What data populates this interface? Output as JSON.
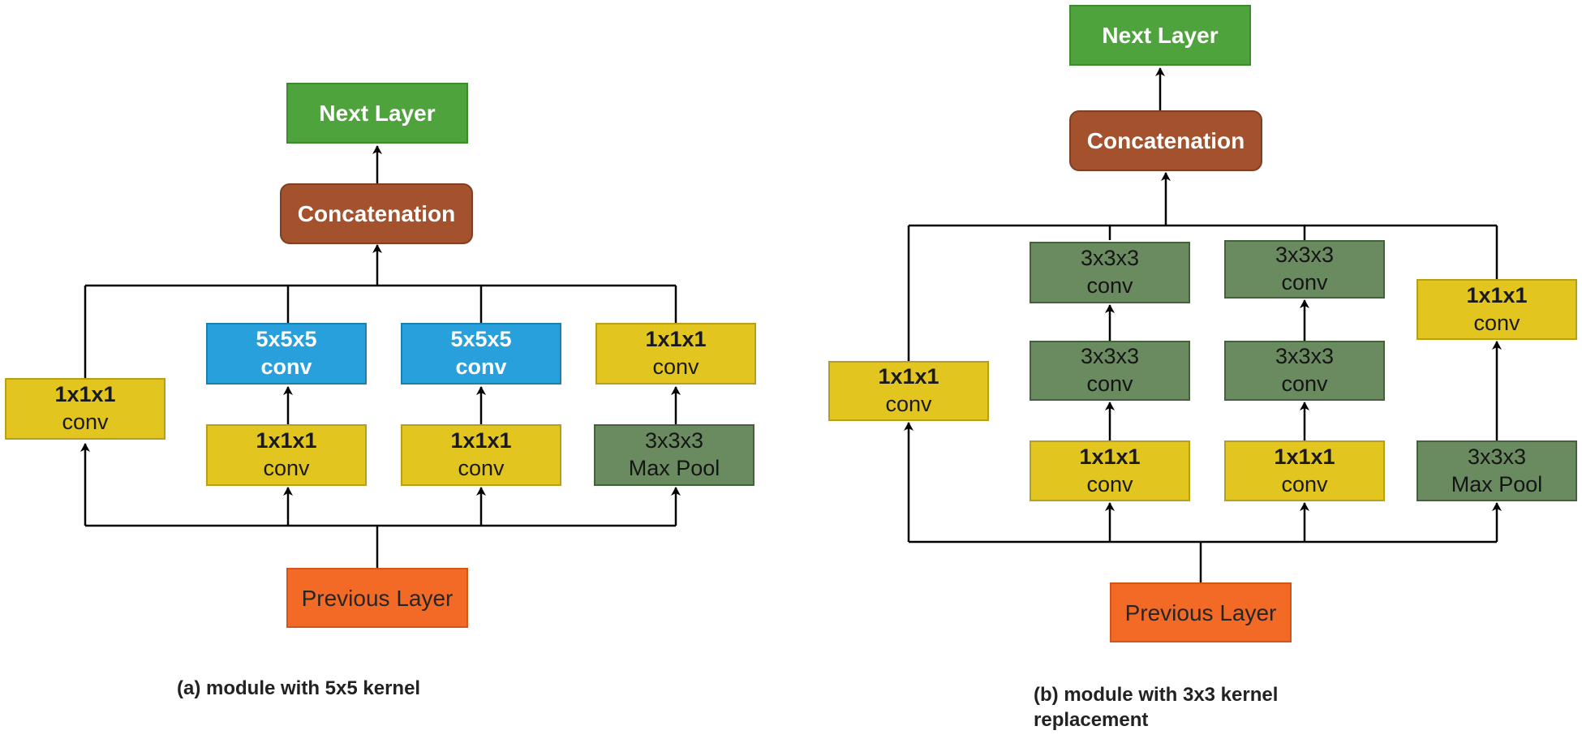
{
  "panel_a": {
    "next_layer": "Next Layer",
    "concatenation": "Concatenation",
    "branch1": {
      "line1": "1x1x1",
      "line2": "conv"
    },
    "branch2_top": {
      "line1": "5x5x5",
      "line2": "conv"
    },
    "branch2_bottom": {
      "line1": "1x1x1",
      "line2": "conv"
    },
    "branch3_top": {
      "line1": "5x5x5",
      "line2": "conv"
    },
    "branch3_bottom": {
      "line1": "1x1x1",
      "line2": "conv"
    },
    "branch4_top": {
      "line1": "1x1x1",
      "line2": "conv"
    },
    "branch4_bottom": {
      "line1": "3x3x3",
      "line2": "Max Pool"
    },
    "previous_layer": "Previous Layer",
    "caption": "(a) module with 5x5 kernel"
  },
  "panel_b": {
    "next_layer": "Next Layer",
    "concatenation": "Concatenation",
    "branch1": {
      "line1": "1x1x1",
      "line2": "conv"
    },
    "branch2_top": {
      "line1": "3x3x3",
      "line2": "conv"
    },
    "branch2_mid": {
      "line1": "3x3x3",
      "line2": "conv"
    },
    "branch2_bottom": {
      "line1": "1x1x1",
      "line2": "conv"
    },
    "branch3_top": {
      "line1": "3x3x3",
      "line2": "conv"
    },
    "branch3_mid": {
      "line1": "3x3x3",
      "line2": "conv"
    },
    "branch3_bottom": {
      "line1": "1x1x1",
      "line2": "conv"
    },
    "branch4_top": {
      "line1": "1x1x1",
      "line2": "conv"
    },
    "branch4_bottom": {
      "line1": "3x3x3",
      "line2": "Max Pool"
    },
    "previous_layer": "Previous Layer",
    "caption_line1": "(b) module with 3x3 kernel",
    "caption_line2": "replacement"
  },
  "colors": {
    "next_layer": "#4fa33c",
    "concatenation": "#a3522d",
    "previous_layer": "#f26a26",
    "conv_1x1": "#e2c51e",
    "conv_5x5": "#28a0dc",
    "conv_3x3_and_pool": "#6a8a60",
    "lines": "#000000"
  }
}
